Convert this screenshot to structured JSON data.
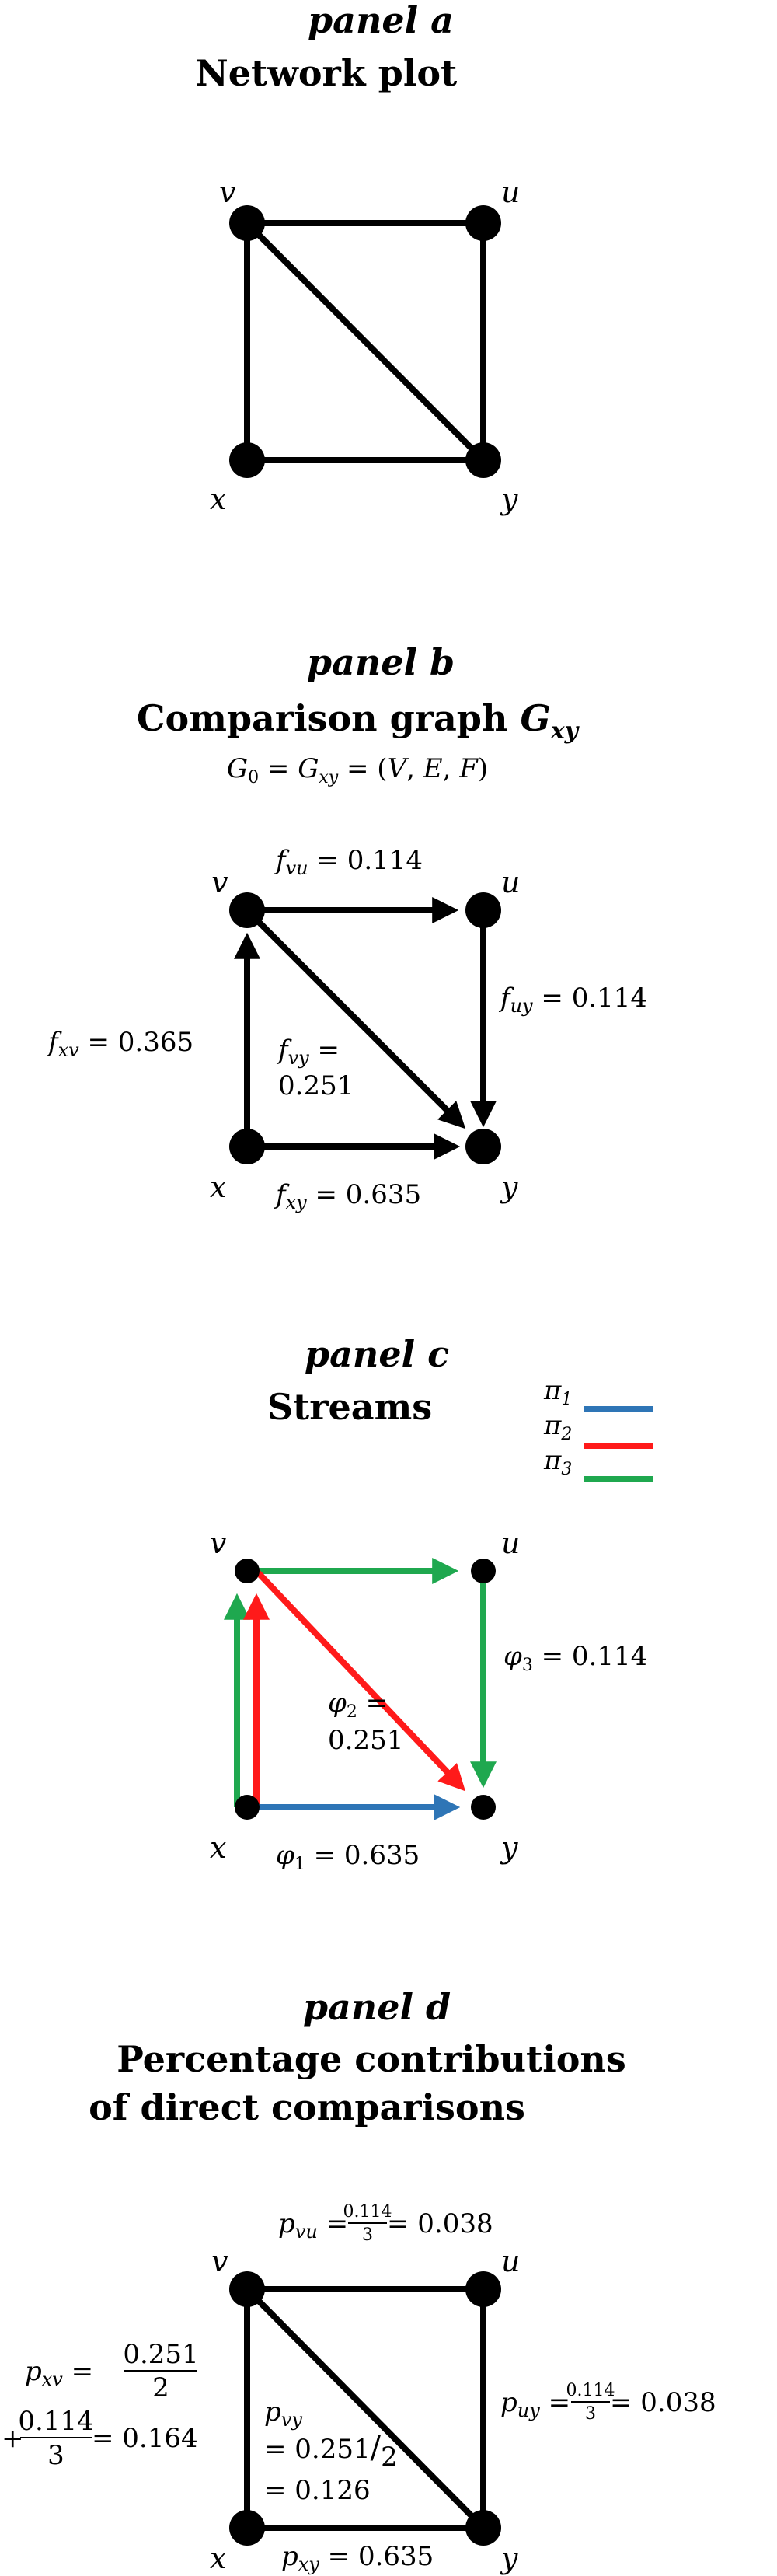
{
  "colors": {
    "stream_1": "#2e75b6",
    "stream_2": "#ff1a1a",
    "stream_3": "#1fa84f",
    "ink": "#000000"
  },
  "panel_a": {
    "label": "panel a",
    "title": "Network plot",
    "nodes": {
      "v": "v",
      "u": "u",
      "x": "x",
      "y": "y"
    }
  },
  "panel_b": {
    "label": "panel b",
    "title": "Comparison graph ",
    "title_sym": "G",
    "title_sub": "xy",
    "formula": {
      "g": "G",
      "g0_sub": "0",
      "eq1": " = ",
      "gxy_sub": "xy",
      "eq2": " = (",
      "V": "V",
      "c1": ", ",
      "E": "E",
      "c2": ", ",
      "F": "F",
      "close": ")"
    },
    "nodes": {
      "v": "v",
      "u": "u",
      "x": "x",
      "y": "y"
    },
    "flows": {
      "f": "f",
      "vu_sub": "vu",
      "vu_val": " = 0.114",
      "uy_sub": "uy",
      "uy_val": " = 0.114",
      "xv_sub": "xv",
      "xv_val": " = 0.365",
      "vy_sub": "vy",
      "vy_val": "0.251",
      "eq": " =",
      "xy_sub": "xy",
      "xy_val": " = 0.635"
    }
  },
  "panel_c": {
    "label": "panel c",
    "title": "Streams",
    "legend": [
      {
        "sym": "π",
        "sub": "1"
      },
      {
        "sym": "π",
        "sub": "2"
      },
      {
        "sym": "π",
        "sub": "3"
      }
    ],
    "nodes": {
      "v": "v",
      "u": "u",
      "x": "x",
      "y": "y"
    },
    "streams": {
      "phi": "φ",
      "s1_sub": "1",
      "s1_val": " = 0.635",
      "s2_sub": "2",
      "s2_eq": " =",
      "s2_val": "0.251",
      "s3_sub": "3",
      "s3_val": " = 0.114"
    }
  },
  "panel_d": {
    "label": "panel d",
    "title_line1": "Percentage contributions",
    "title_line2": "of direct comparisons",
    "nodes": {
      "v": "v",
      "u": "u",
      "x": "x",
      "y": "y"
    },
    "contrib": {
      "p": "p",
      "vu_sub": "vu",
      "vu_eq": " = ",
      "vu_num": "0.114",
      "vu_den": "3",
      "vu_res": " = 0.038",
      "uy_sub": "uy",
      "uy_eq": " = ",
      "uy_num": "0.114",
      "uy_den": "3",
      "uy_res": " = 0.038",
      "xv_sub": "xv",
      "xv_eq": " = ",
      "xv_num1": "0.251",
      "xv_den1": "2",
      "xv_plus": "+",
      "xv_num2": "0.114",
      "xv_den2": "3",
      "xv_res": " = 0.164",
      "vy_sub": "vy",
      "vy_line2": "= 0.251",
      "vy_slash": "/",
      "vy_den": "2",
      "vy_line3": "= 0.126",
      "xy_sub": "xy",
      "xy_res": " = 0.635"
    }
  }
}
